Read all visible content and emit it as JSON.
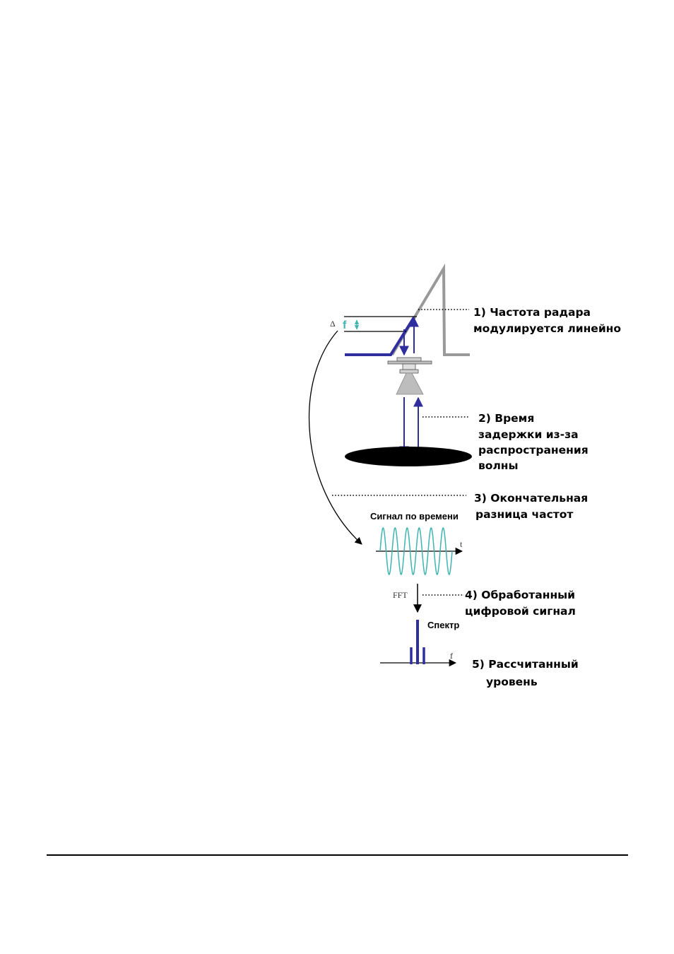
{
  "labels": {
    "step1_line1": "1) Частота радара",
    "step1_line2": "модулируется линейно",
    "step2_line1": "2) Время",
    "step2_line2": "задержки из-за",
    "step2_line3": "распространения",
    "step2_line4": "волны",
    "step3_line1": "3) Окончательная",
    "step3_line2": "разница частот",
    "step4_line1": "4) Обработанный",
    "step4_line2": "цифровой сигнал",
    "step5_line1": "5) Рассчитанный",
    "step5_line2": "уровень",
    "time_signal": "Сигнал по времени",
    "spectrum": "Спектр",
    "fft": "FFT",
    "t_axis": "t",
    "f_axis": "f",
    "delta": "Δ",
    "delta_f": "f"
  },
  "colors": {
    "transmitted": "#999999",
    "received": "#2e2e9e",
    "signal": "#3fb4b0",
    "black": "#000000"
  }
}
